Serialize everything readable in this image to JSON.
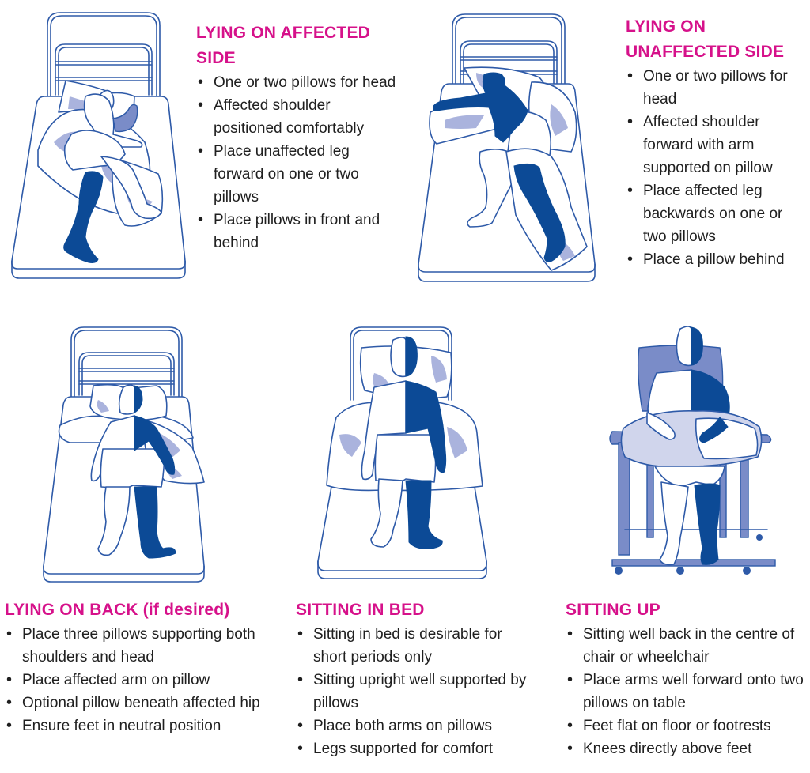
{
  "colors": {
    "heading": "#d6118a",
    "affected_side": "#0c4a96",
    "line_art": "#2e5aa8",
    "shading": "#aab3dd",
    "text": "#1f1f1f"
  },
  "sections": [
    {
      "id": "lying-affected",
      "title": "LYING ON AFFECTED SIDE",
      "title_line1": "LYING ON AFFECTED",
      "title_line2": "SIDE",
      "illustration": "person-lying-on-affected-side-in-bed",
      "bullets": [
        "One or two pillows for head",
        "Affected shoulder positioned comfortably",
        "Place unaffected leg forward on one or two pillows",
        "Place pillows in front and behind"
      ]
    },
    {
      "id": "lying-unaffected",
      "title": "LYING ON UNAFFECTED SIDE",
      "title_line1": "LYING ON",
      "title_line2": "UNAFFECTED SIDE",
      "illustration": "person-lying-on-unaffected-side-in-bed",
      "bullets": [
        "One or two pillows for head",
        "Affected shoulder forward with arm supported on pillow",
        "Place affected leg backwards on one or two pillows",
        "Place a pillow behind"
      ]
    },
    {
      "id": "lying-back",
      "title": "LYING ON BACK (if desired)",
      "illustration": "person-lying-on-back-in-bed",
      "bullets": [
        "Place three pillows supporting both shoulders and head",
        "Place affected arm on pillow",
        "Optional pillow beneath affected hip",
        "Ensure feet in neutral position"
      ]
    },
    {
      "id": "sitting-bed",
      "title": "SITTING IN BED",
      "illustration": "person-sitting-up-in-bed",
      "bullets": [
        "Sitting in bed is desirable for short periods only",
        "Sitting upright well supported by pillows",
        "Place both arms on pillows",
        "Legs supported for comfort"
      ]
    },
    {
      "id": "sitting-up",
      "title": "SITTING UP",
      "illustration": "person-sitting-in-chair-with-table",
      "bullets": [
        "Sitting well back in the centre of chair or wheelchair",
        "Place arms well forward onto two pillows on table",
        "Feet flat on floor or footrests",
        "Knees directly above feet"
      ]
    }
  ]
}
